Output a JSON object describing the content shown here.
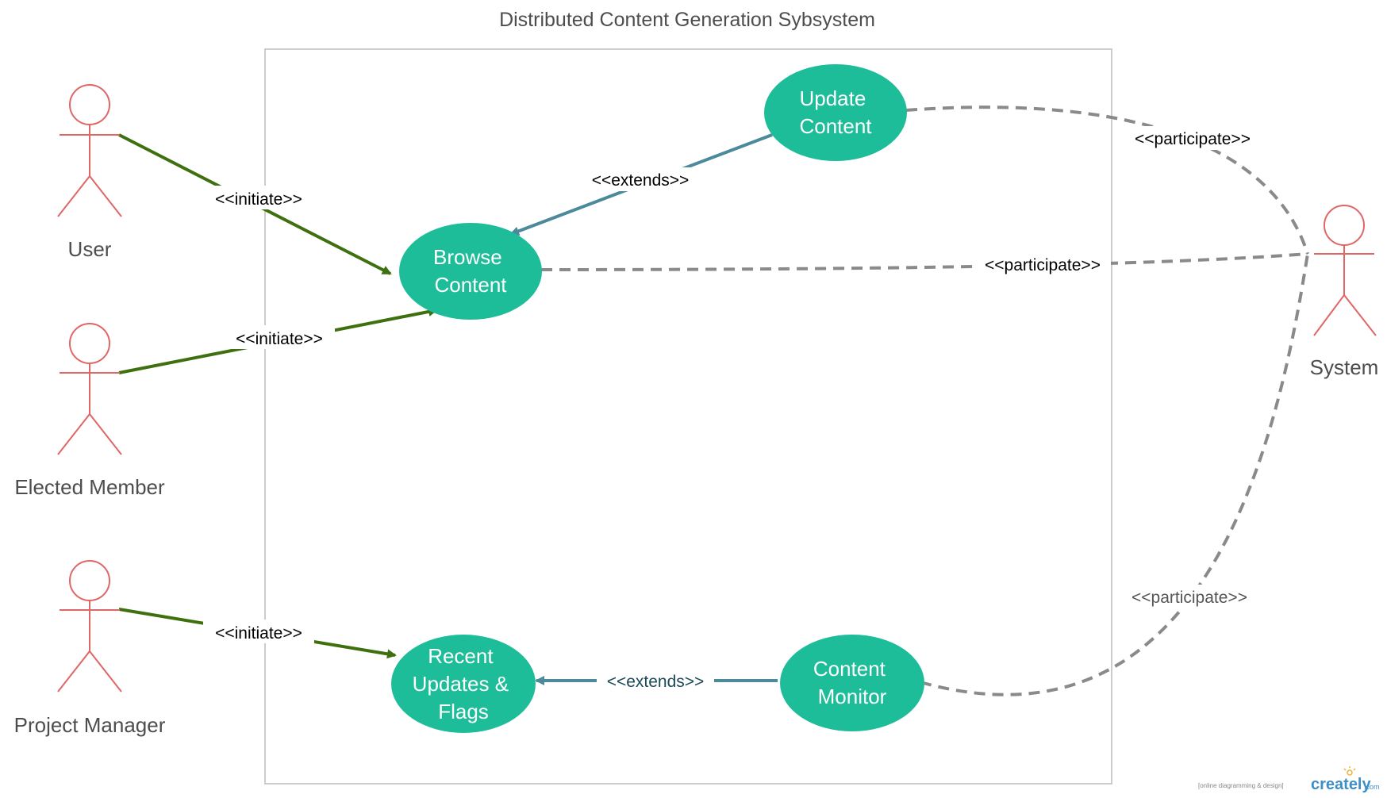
{
  "diagram": {
    "title": "Distributed Content Generation Sybsystem",
    "colors": {
      "usecase_fill": "#1dbd9a",
      "actor_stroke": "#e06666",
      "initiate_edge": "#3f7010",
      "extends_edge": "#4a8a9a",
      "participate_edge": "#8a8a8a",
      "boundary": "#cccccc"
    },
    "actors": [
      {
        "id": "user",
        "name": "User"
      },
      {
        "id": "elected",
        "name": "Elected Member"
      },
      {
        "id": "pm",
        "name": "Project Manager"
      },
      {
        "id": "system",
        "name": "System"
      }
    ],
    "use_cases": [
      {
        "id": "update",
        "lines": [
          "Update",
          "Content"
        ]
      },
      {
        "id": "browse",
        "lines": [
          "Browse",
          "Content"
        ]
      },
      {
        "id": "recent",
        "lines": [
          "Recent",
          "Updates &",
          "Flags"
        ]
      },
      {
        "id": "monitor",
        "lines": [
          "Content",
          "Monitor"
        ]
      }
    ],
    "relationships": [
      {
        "id": "r1",
        "from": "User",
        "to": "Browse Content",
        "label": "<<initiate>>"
      },
      {
        "id": "r2",
        "from": "Elected Member",
        "to": "Browse Content",
        "label": "<<initiate>>"
      },
      {
        "id": "r3",
        "from": "Project Manager",
        "to": "Recent Updates & Flags",
        "label": "<<initiate>>"
      },
      {
        "id": "r4",
        "from": "Update Content",
        "to": "Browse Content",
        "label": "<<extends>>"
      },
      {
        "id": "r5",
        "from": "Content Monitor",
        "to": "Recent Updates & Flags",
        "label": "<<extends>>"
      },
      {
        "id": "r6",
        "from": "Update Content",
        "to": "System",
        "label": "<<participate>>"
      },
      {
        "id": "r7",
        "from": "Browse Content",
        "to": "System",
        "label": "<<participate>>"
      },
      {
        "id": "r8",
        "from": "Content Monitor",
        "to": "System",
        "label": "<<participate>>"
      }
    ],
    "watermark": {
      "tagline": "[online diagramming & design]",
      "brand": "creately",
      "domain": ".com"
    }
  }
}
